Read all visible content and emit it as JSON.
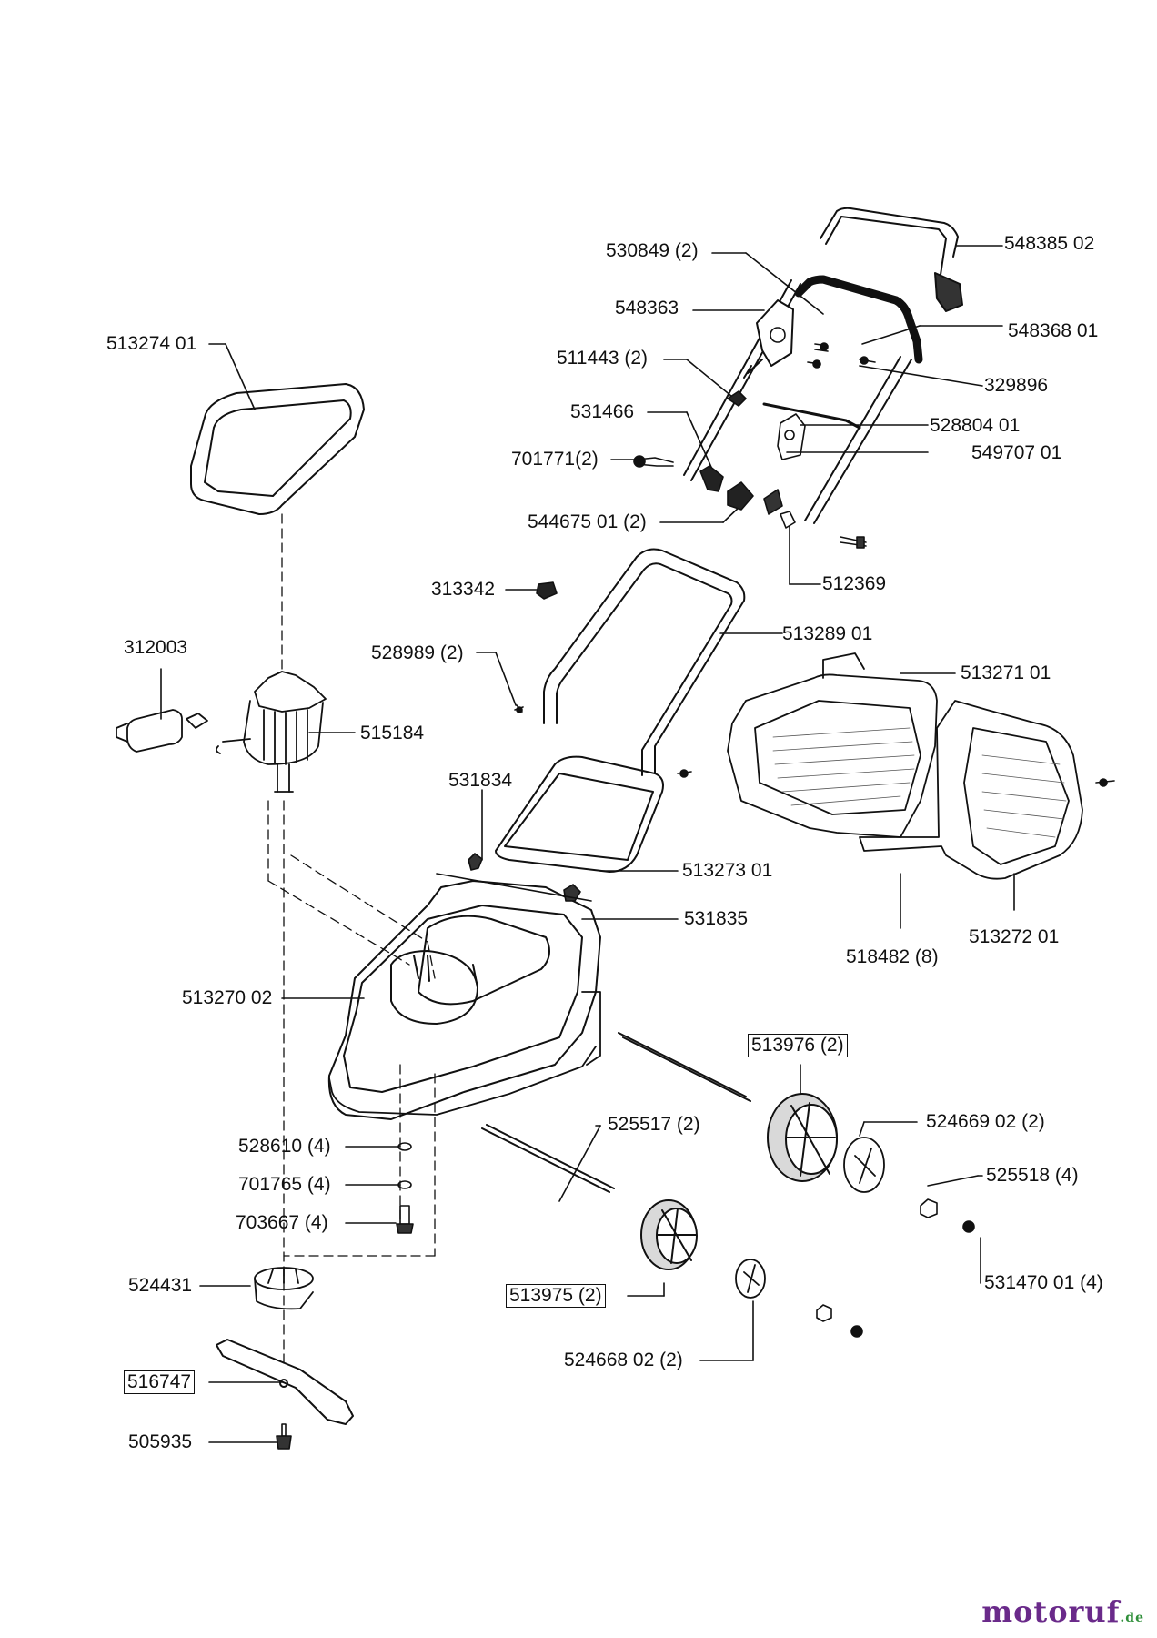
{
  "parts": {
    "p548385": "548385 02",
    "p530849": "530849 (2)",
    "p548363": "548363",
    "p548368": "548368 01",
    "p513274": "513274 01",
    "p511443": "511443 (2)",
    "p329896": "329896",
    "p531466": "531466",
    "p528804": "528804 01",
    "p549707": "549707 01",
    "p701771": "701771(2)",
    "p544675": "544675 01 (2)",
    "p512369": "512369",
    "p313342": "313342",
    "p312003": "312003",
    "p513289": "513289 01",
    "p528989": "528989 (2)",
    "p513271": "513271 01",
    "p515184": "515184",
    "p531834": "531834",
    "p513273": "513273 01",
    "p531835": "531835",
    "p518482": "518482 (8)",
    "p513272": "513272 01",
    "p513270": "513270 02",
    "p513976": "513976 (2)",
    "p524669": "524669 02 (2)",
    "p528610": "528610 (4)",
    "p525517": "525517 (2)",
    "p525518": "525518 (4)",
    "p701765": "701765 (4)",
    "p703667": "703667 (4)",
    "p531470": "531470 01 (4)",
    "p524431": "524431",
    "p513975": "513975 (2)",
    "p524668": "524668 02 (2)",
    "p516747": "516747",
    "p505935": "505935"
  },
  "watermark": {
    "main": "motoruf",
    "tld": ".de"
  },
  "colors": {
    "line": "#111111",
    "wm_primary": "#6a2a8a",
    "wm_accent": "#2f8f3a"
  }
}
